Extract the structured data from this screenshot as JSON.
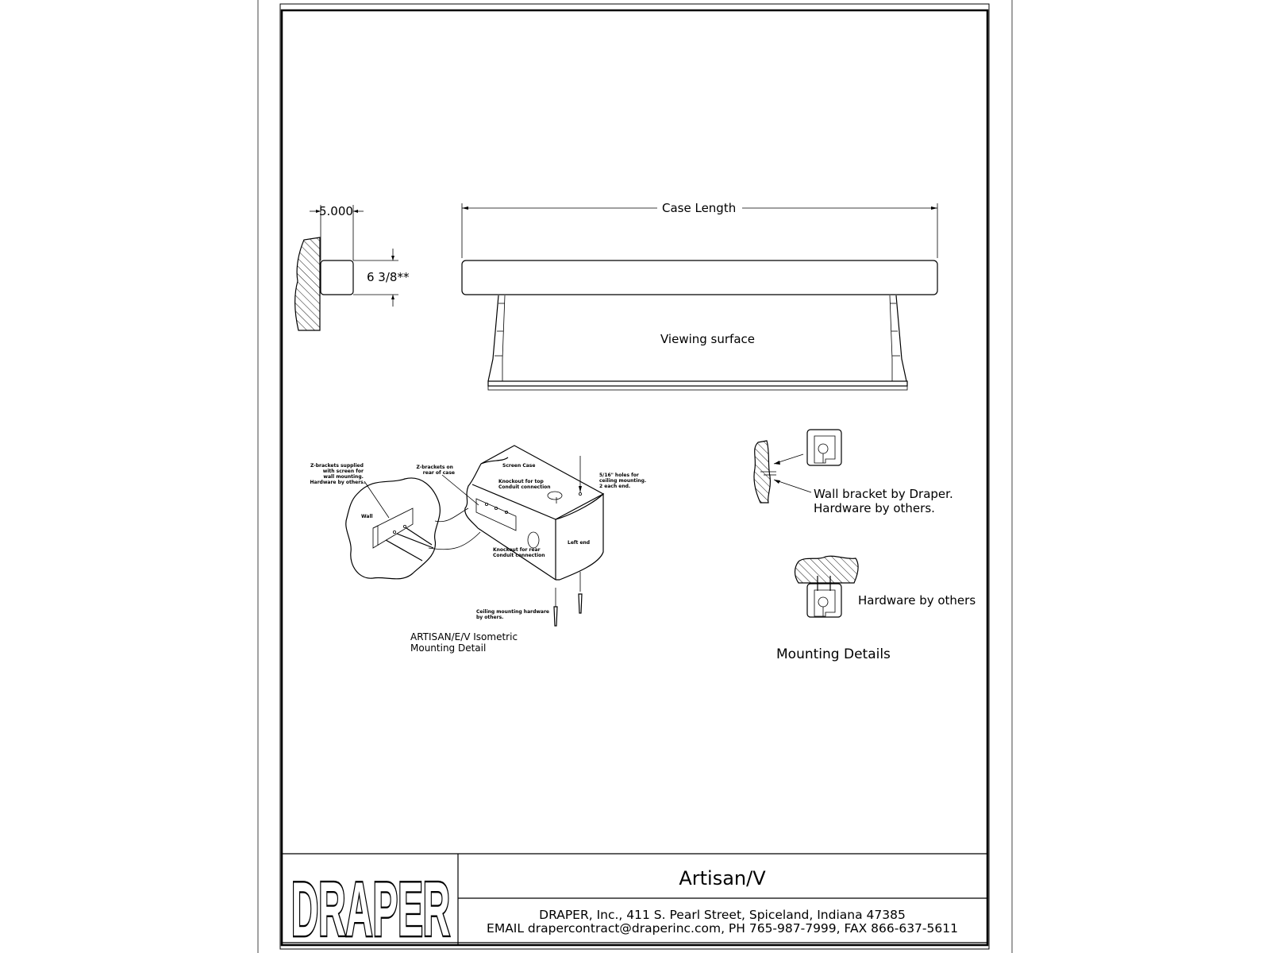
{
  "diagram": {
    "dimensions": {
      "depth": "5.000",
      "height": "6 3/8**",
      "case_length": "Case Length"
    },
    "labels": {
      "viewing_surface": "Viewing surface",
      "wall_bracket_line1": "Wall bracket by Draper.",
      "wall_bracket_line2": "Hardware by others.",
      "hardware_by_others": "Hardware by others",
      "mounting_details": "Mounting Details",
      "iso_caption_line1": "ARTISAN/E/V Isometric",
      "iso_caption_line2": "Mounting Detail"
    },
    "iso_callouts": {
      "zbrackets_screen_1": "Z-brackets supplied",
      "zbrackets_screen_2": "with screen for",
      "zbrackets_screen_3": "wall mounting.",
      "zbrackets_screen_4": "Hardware by others.",
      "zbrackets_rear_1": "Z-brackets on",
      "zbrackets_rear_2": "rear of case",
      "screen_case": "Screen Case",
      "knockout_top_1": "Knockout for top",
      "knockout_top_2": "Conduit connection",
      "holes_1": "5/16\" holes for",
      "holes_2": "ceiling mounting.",
      "holes_3": "2 each end.",
      "wall": "Wall",
      "left_end": "Left end",
      "knockout_rear_1": "Knockout for rear",
      "knockout_rear_2": "Conduit connection",
      "ceiling_hw_1": "Ceiling mounting hardware",
      "ceiling_hw_2": "by others."
    }
  },
  "title_block": {
    "logo_text": "DRAPER",
    "product": "Artisan/V",
    "address": "DRAPER, Inc., 411 S. Pearl Street, Spiceland, Indiana 47385",
    "contact": "EMAIL drapercontract@draperinc.com, PH 765-987-7999, FAX 866-637-5611"
  }
}
